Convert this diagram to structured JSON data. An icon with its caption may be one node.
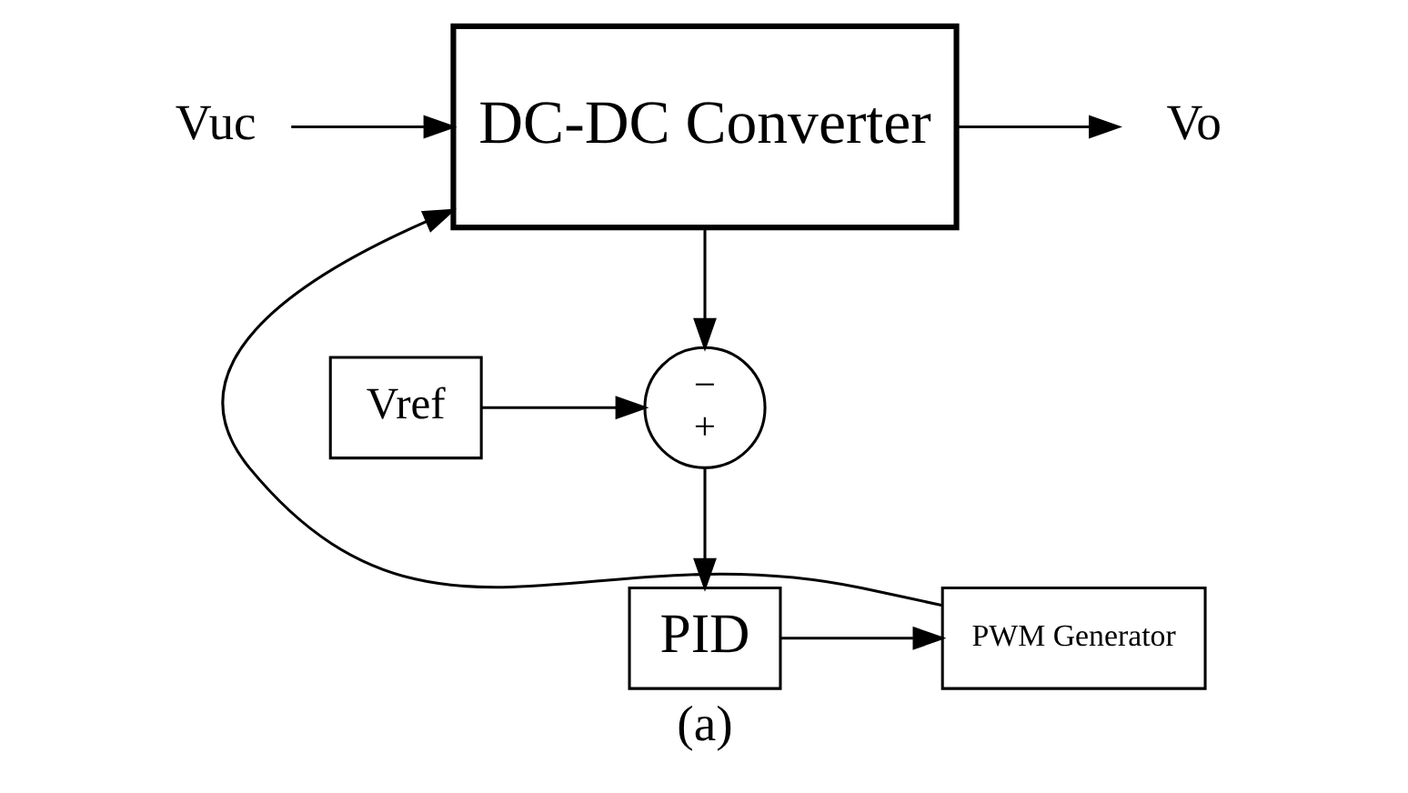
{
  "diagram": {
    "caption": "(a)",
    "nodes": [
      {
        "text": [
          "Vuc"
        ]
      },
      {
        "text": [
          "DC-DC Converter"
        ]
      },
      {
        "text": [
          "Vo"
        ]
      },
      {
        "text": [
          "−",
          "+"
        ]
      },
      {
        "text": [
          "Vref"
        ]
      },
      {
        "text": [
          "PID"
        ]
      },
      {
        "text": [
          "PWM Generator"
        ]
      }
    ],
    "edges": [
      {
        "from": 0,
        "to": 1,
        "arrow": "to"
      },
      {
        "from": 1,
        "to": 2,
        "arrow": "to"
      },
      {
        "from": 1,
        "to": 3,
        "arrow": "to"
      },
      {
        "from": 4,
        "to": 3,
        "arrow": "to"
      },
      {
        "from": 3,
        "to": 5,
        "arrow": "to"
      },
      {
        "from": 5,
        "to": 6,
        "arrow": "to"
      },
      {
        "from": 6,
        "to": 1,
        "arrow": "to"
      }
    ]
  }
}
